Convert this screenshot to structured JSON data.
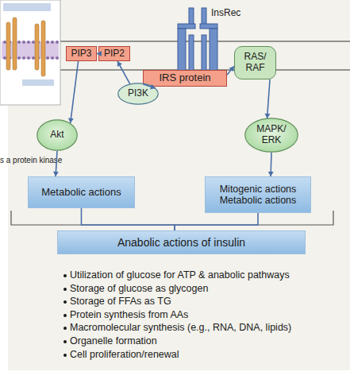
{
  "diagram": {
    "nodes": [
      {
        "text": [
          "InsRec"
        ]
      },
      {
        "text": [
          "PIP3"
        ]
      },
      {
        "text": [
          "PIP2"
        ]
      },
      {
        "text": [
          "IRS protein"
        ]
      },
      {
        "text": [
          "RAS/ RAF"
        ]
      },
      {
        "text": [
          "PI3K"
        ]
      },
      {
        "text": [
          "Akt"
        ]
      },
      {
        "text": [
          "MAPK/ ERK"
        ]
      },
      {
        "text": [
          "Metabolic actions"
        ]
      },
      {
        "text": [
          "Mitogenic actions Metabolic actions"
        ]
      },
      {
        "text": [
          "Anabolic actions of insulin"
        ]
      }
    ],
    "edges": [
      {
        "from": 2,
        "to": 1,
        "arrow": "to"
      },
      {
        "from": 5,
        "to": 2,
        "arrow": "to"
      },
      {
        "from": 3,
        "to": 5,
        "arrow": "to"
      },
      {
        "from": 3,
        "to": 4,
        "arrow": "to"
      },
      {
        "from": 1,
        "to": 6,
        "arrow": "to"
      },
      {
        "from": 6,
        "to": 8,
        "arrow": "to"
      },
      {
        "from": 4,
        "to": 7,
        "arrow": "to"
      },
      {
        "from": 7,
        "to": 9,
        "arrow": "to"
      },
      {
        "from": 8,
        "to": 10,
        "arrow": "none"
      },
      {
        "from": 9,
        "to": 10,
        "arrow": "none"
      }
    ],
    "labels": [
      "s a protein kinase",
      "Utilization of glucose for ATP & anabolic pathways",
      "Storage of glucose as glycogen",
      "Storage of FFAs as TG",
      "Protein synthesis from AAs",
      "Macromolecular synthesis (e.g., RNA, DNA, lipids)",
      "Organelle formation",
      "Cell proliferation/renewal"
    ]
  }
}
